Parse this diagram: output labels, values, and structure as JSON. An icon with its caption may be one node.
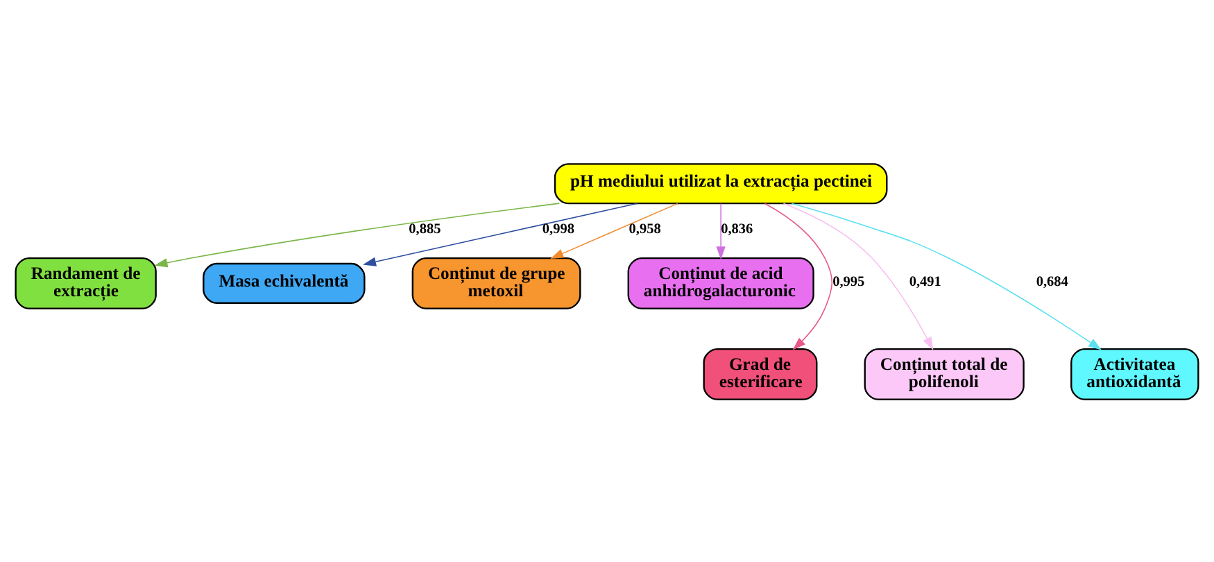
{
  "diagram": {
    "nodes": [
      {
        "text": [
          "pH mediului utilizat la extracția pectinei"
        ]
      },
      {
        "text": [
          "Randament de extracție"
        ]
      },
      {
        "text": [
          "Masa echivalentă"
        ]
      },
      {
        "text": [
          "Conținut de grupe metoxil"
        ]
      },
      {
        "text": [
          "Conținut de acid anhidrogalacturonic"
        ]
      },
      {
        "text": [
          "Grad de esterificare"
        ]
      },
      {
        "text": [
          "Conținut total de polifenoli"
        ]
      },
      {
        "text": [
          "Activitatea antioxidantă"
        ]
      }
    ],
    "edges": [
      {
        "from": 0,
        "to": 1,
        "arrow": "to",
        "label": "0,885",
        "color": "#7ab648"
      },
      {
        "from": 0,
        "to": 2,
        "arrow": "to",
        "label": "0,998",
        "color": "#2f4f9f"
      },
      {
        "from": 0,
        "to": 3,
        "arrow": "to",
        "label": "0,958",
        "color": "#f28b30"
      },
      {
        "from": 0,
        "to": 4,
        "arrow": "to",
        "label": "0,836",
        "color": "#d070e0"
      },
      {
        "from": 0,
        "to": 5,
        "arrow": "to",
        "label": "0,995",
        "color": "#e85a8a"
      },
      {
        "from": 0,
        "to": 6,
        "arrow": "to",
        "label": "0,491",
        "color": "#f8c0f0"
      },
      {
        "from": 0,
        "to": 7,
        "arrow": "to",
        "label": "0,684",
        "color": "#5ae0f0"
      }
    ]
  }
}
